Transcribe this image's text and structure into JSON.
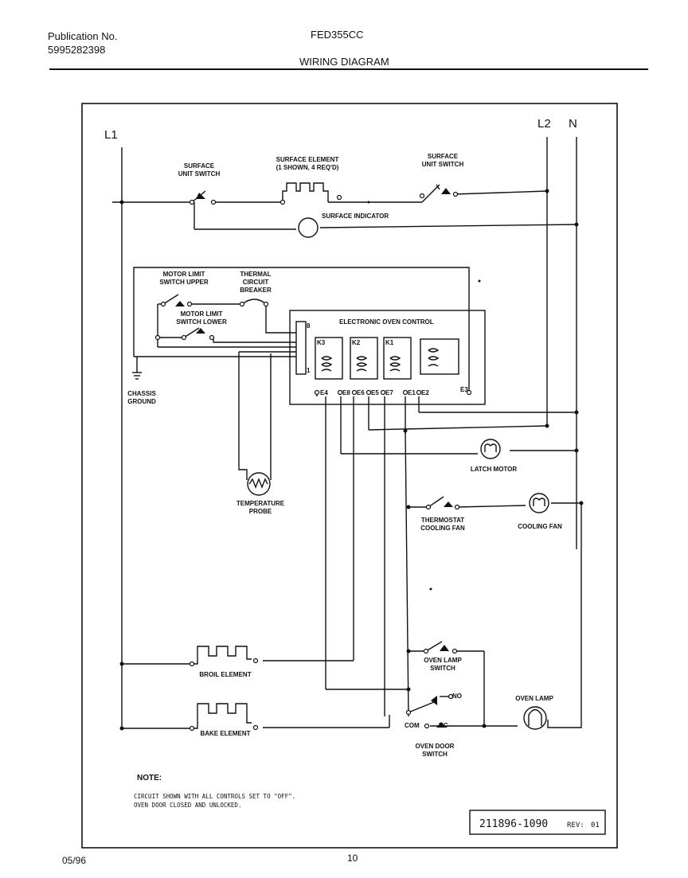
{
  "header": {
    "publication_label": "Publication No.",
    "publication_number": "5995282398",
    "model": "FED355CC",
    "title": "WIRING DIAGRAM"
  },
  "footer": {
    "date": "05/96",
    "page": "10"
  },
  "diagram": {
    "terminals": {
      "l1": "L1",
      "l2": "L2",
      "n": "N"
    },
    "labels": {
      "surface_switch_left": [
        "SURFACE",
        "UNIT SWITCH"
      ],
      "surface_element": [
        "SURFACE ELEMENT",
        "(1 SHOWN, 4 REQ'D)"
      ],
      "surface_switch_right": [
        "SURFACE",
        "UNIT SWITCH"
      ],
      "surface_indicator": "SURFACE INDICATOR",
      "motor_limit_upper": [
        "MOTOR LIMIT",
        "SWITCH UPPER"
      ],
      "thermal_breaker": [
        "THERMAL",
        "CIRCUIT",
        "BREAKER"
      ],
      "motor_limit_lower": [
        "MOTOR LIMIT",
        "SWITCH LOWER"
      ],
      "electronic_oven_control": "ELECTRONIC OVEN CONTROL",
      "chassis_ground": [
        "CHASSIS",
        "GROUND"
      ],
      "latch_motor": "LATCH MOTOR",
      "temperature_probe": [
        "TEMPERATURE",
        "PROBE"
      ],
      "thermostat_fan": [
        "THERMOSTAT",
        "COOLING FAN"
      ],
      "cooling_fan": "COOLING FAN",
      "broil_element": "BROIL ELEMENT",
      "bake_element": "BAKE ELEMENT",
      "oven_lamp_switch": [
        "OVEN LAMP",
        "SWITCH"
      ],
      "oven_lamp": "OVEN LAMP",
      "oven_door_switch": [
        "OVEN DOOR",
        "SWITCH"
      ],
      "no": "NO",
      "nc": "NC",
      "com": "COM"
    },
    "relays": [
      "K3",
      "K2",
      "K1"
    ],
    "control_terminals": [
      "E4",
      "E8",
      "E6",
      "E5",
      "E7",
      "E1",
      "E2",
      "E3"
    ],
    "connector_pins": [
      "8",
      "1"
    ],
    "note_title": "NOTE:",
    "note_lines": [
      "CIRCUIT SHOWN WITH ALL CONTROLS SET TO \"OFF\".",
      "OVEN DOOR CLOSED AND UNLOCKED."
    ],
    "part_number": "211896-1090",
    "rev_label": "REV:",
    "rev_value": "01"
  }
}
